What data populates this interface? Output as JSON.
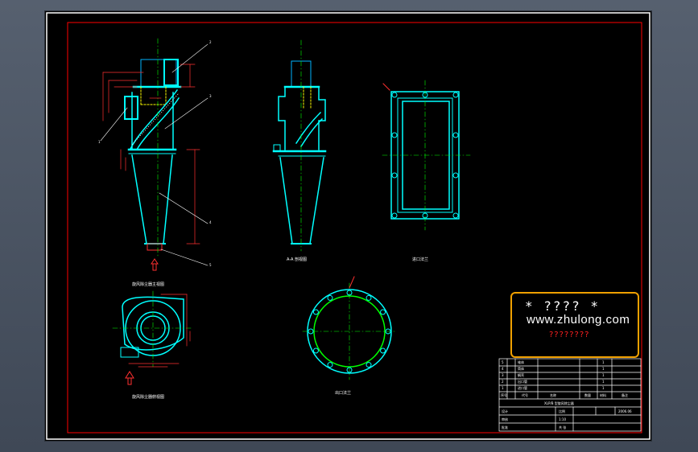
{
  "watermark": {
    "stars": "* ???? *",
    "url": "www.zhulong.com",
    "subtitle": "????????"
  },
  "view_labels": {
    "front": "旋风除尘器主视图",
    "side": "A-A 剖视图",
    "flange_rect": "进口法兰",
    "top": "旋风除尘器俯视图",
    "flange_round": "出口法兰"
  },
  "part_callouts": [
    "1",
    "2",
    "3",
    "4",
    "5"
  ],
  "title_block": {
    "parts": [
      {
        "no": "5",
        "name": "锥体",
        "qty": "1"
      },
      {
        "no": "4",
        "name": "筒体",
        "qty": "1"
      },
      {
        "no": "3",
        "name": "蜗壳",
        "qty": "1"
      },
      {
        "no": "2",
        "name": "出口管",
        "qty": "1"
      },
      {
        "no": "1",
        "name": "进口管",
        "qty": "1"
      }
    ],
    "header": {
      "no": "序号",
      "code": "代号",
      "name": "名称",
      "qty": "数量",
      "material": "材料",
      "note": "备注"
    },
    "drawing_title": "XLP/B 型旋风除尘器",
    "designer_label": "设计",
    "checker_label": "审核",
    "approver_label": "批准",
    "scale_label": "比例",
    "scale": "1:10",
    "sheet_label": "共 张",
    "date": "2006.06"
  },
  "colors": {
    "frame": "#ff0000",
    "outline": "#00ffff",
    "dimension": "#ff3030",
    "centerline": "#00ff00",
    "text": "#ffffff",
    "watermark_border": "#f0a000"
  }
}
